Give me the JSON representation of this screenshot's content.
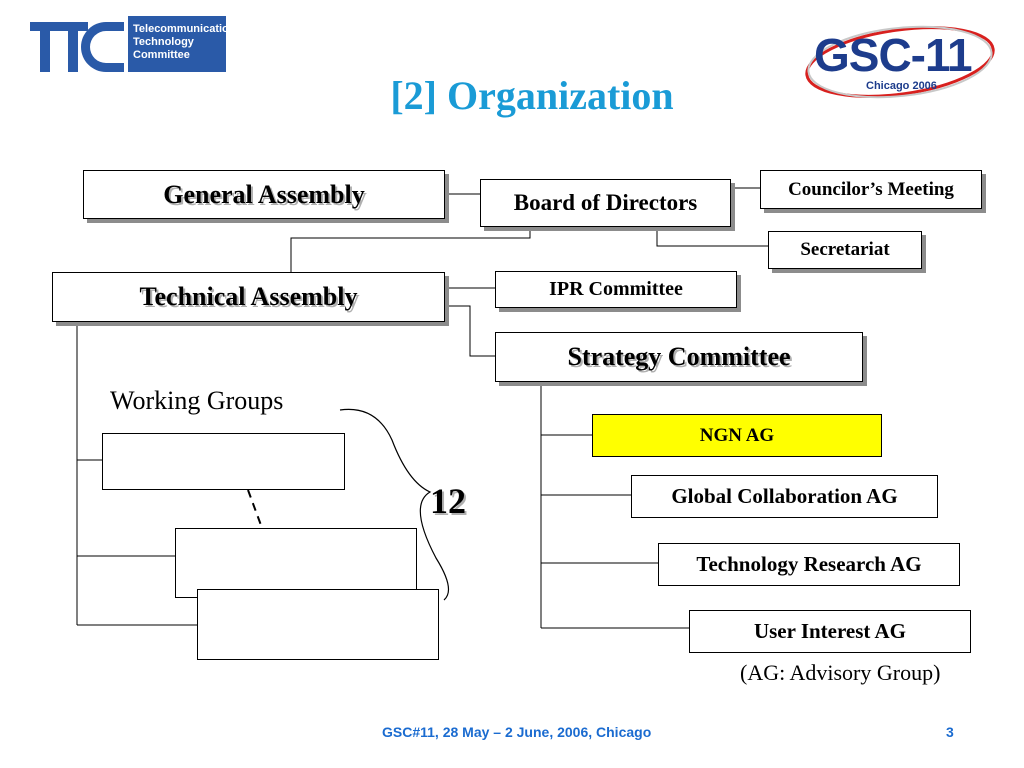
{
  "logos": {
    "ttc": {
      "letters": "TTC",
      "lines": [
        "Telecommunication",
        "Technology",
        "Committee"
      ],
      "color": "#2a5aa8"
    },
    "gsc": {
      "text": "GSC-11",
      "sub": "Chicago 2006",
      "color": "#1d3c8c",
      "accent": "#d8201e"
    }
  },
  "slide": {
    "title": "[2]  Organization",
    "title_color": "#1a9bd6"
  },
  "org": {
    "general_assembly": "General Assembly",
    "board_of_directors": "Board of Directors",
    "councilors_meeting": "Councilor’s Meeting",
    "secretariat": "Secretariat",
    "technical_assembly": "Technical Assembly",
    "ipr_committee": "IPR Committee",
    "strategy_committee": "Strategy Committee",
    "working_groups_label": "Working Groups",
    "working_groups_count": "12",
    "advisory_groups": [
      {
        "name": "NGN AG",
        "highlight": "#ffff00"
      },
      {
        "name": "Global Collaboration AG"
      },
      {
        "name": "Technology Research AG"
      },
      {
        "name": "User Interest AG"
      }
    ],
    "ag_note": "(AG: Advisory Group)"
  },
  "footer": {
    "text": "GSC#11, 28 May – 2 June, 2006, Chicago",
    "page": "3",
    "color": "#1a6bd0"
  }
}
